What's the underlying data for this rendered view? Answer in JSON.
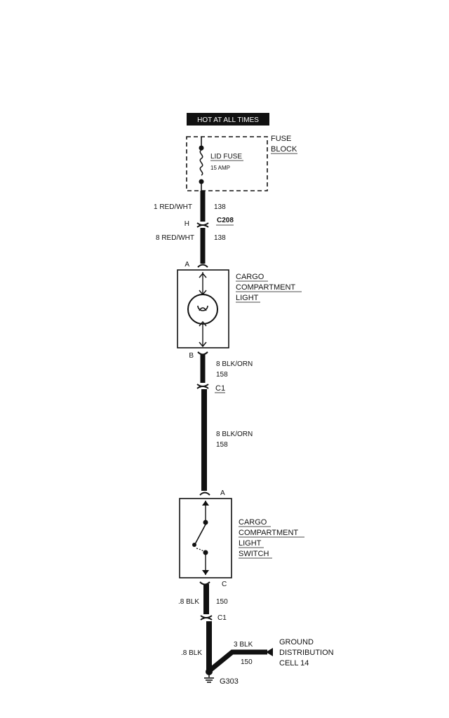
{
  "header_tag": "HOT AT ALL TIMES",
  "fuse_block": {
    "block_label_line1": "FUSE",
    "block_label_line2": "BLOCK",
    "fuse_name": "LID FUSE",
    "fuse_rating": "15 AMP"
  },
  "wire_fuse_to_conn": {
    "gauge_color": "1 RED/WHT",
    "circuit": "138"
  },
  "connector_c208": {
    "pin": "H",
    "name": "C208"
  },
  "wire_conn_to_light": {
    "gauge_color": "8 RED/WHT",
    "circuit": "138"
  },
  "cargo_light": {
    "pin_top": "A",
    "pin_bottom": "B",
    "label_line1": "CARGO",
    "label_line2": "COMPARTMENT",
    "label_line3": "LIGHT"
  },
  "wire_light_out": {
    "gauge_color": "8 BLK/ORN",
    "circuit": "158"
  },
  "connector_c1_upper": {
    "name": "C1"
  },
  "wire_to_switch": {
    "gauge_color": "8 BLK/ORN",
    "circuit": "158"
  },
  "cargo_switch": {
    "pin_top": "A",
    "pin_bottom": "C",
    "label_line1": "CARGO",
    "label_line2": "COMPARTMENT",
    "label_line3": "LIGHT",
    "label_line4": "SWITCH"
  },
  "wire_switch_out": {
    "gauge_color": ".8 BLK",
    "circuit": "150"
  },
  "connector_c1_lower": {
    "name": "C1"
  },
  "wire_to_ground": {
    "gauge_color": ".8 BLK"
  },
  "branch_wire": {
    "gauge_color": "3 BLK",
    "circuit": "150"
  },
  "ground_distribution": {
    "line1": "GROUND",
    "line2": "DISTRIBUTION",
    "line3": "CELL 14"
  },
  "ground_point": {
    "name": "G303"
  }
}
